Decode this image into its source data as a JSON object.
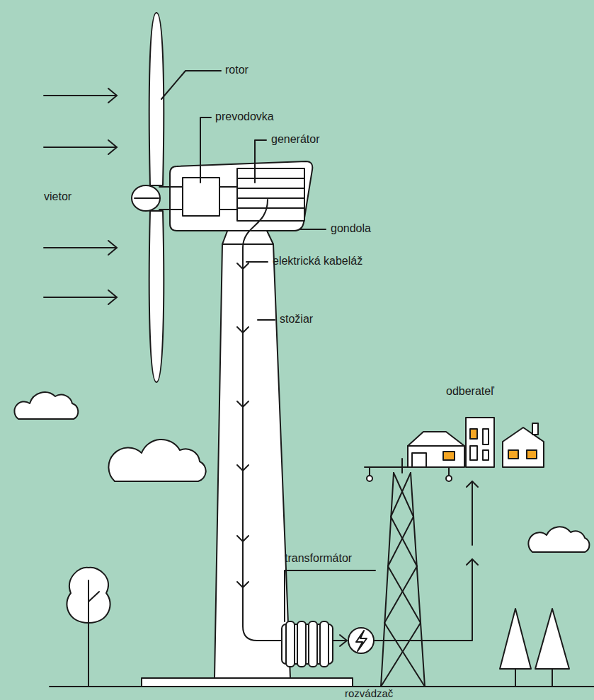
{
  "diagram": {
    "labels": [
      "rotor",
      "prevodovka",
      "generátor",
      "vietor",
      "gondola",
      "elektrická kabeláž",
      "stožiar",
      "odberateľ",
      "transformátor",
      "rozvádzač"
    ]
  }
}
